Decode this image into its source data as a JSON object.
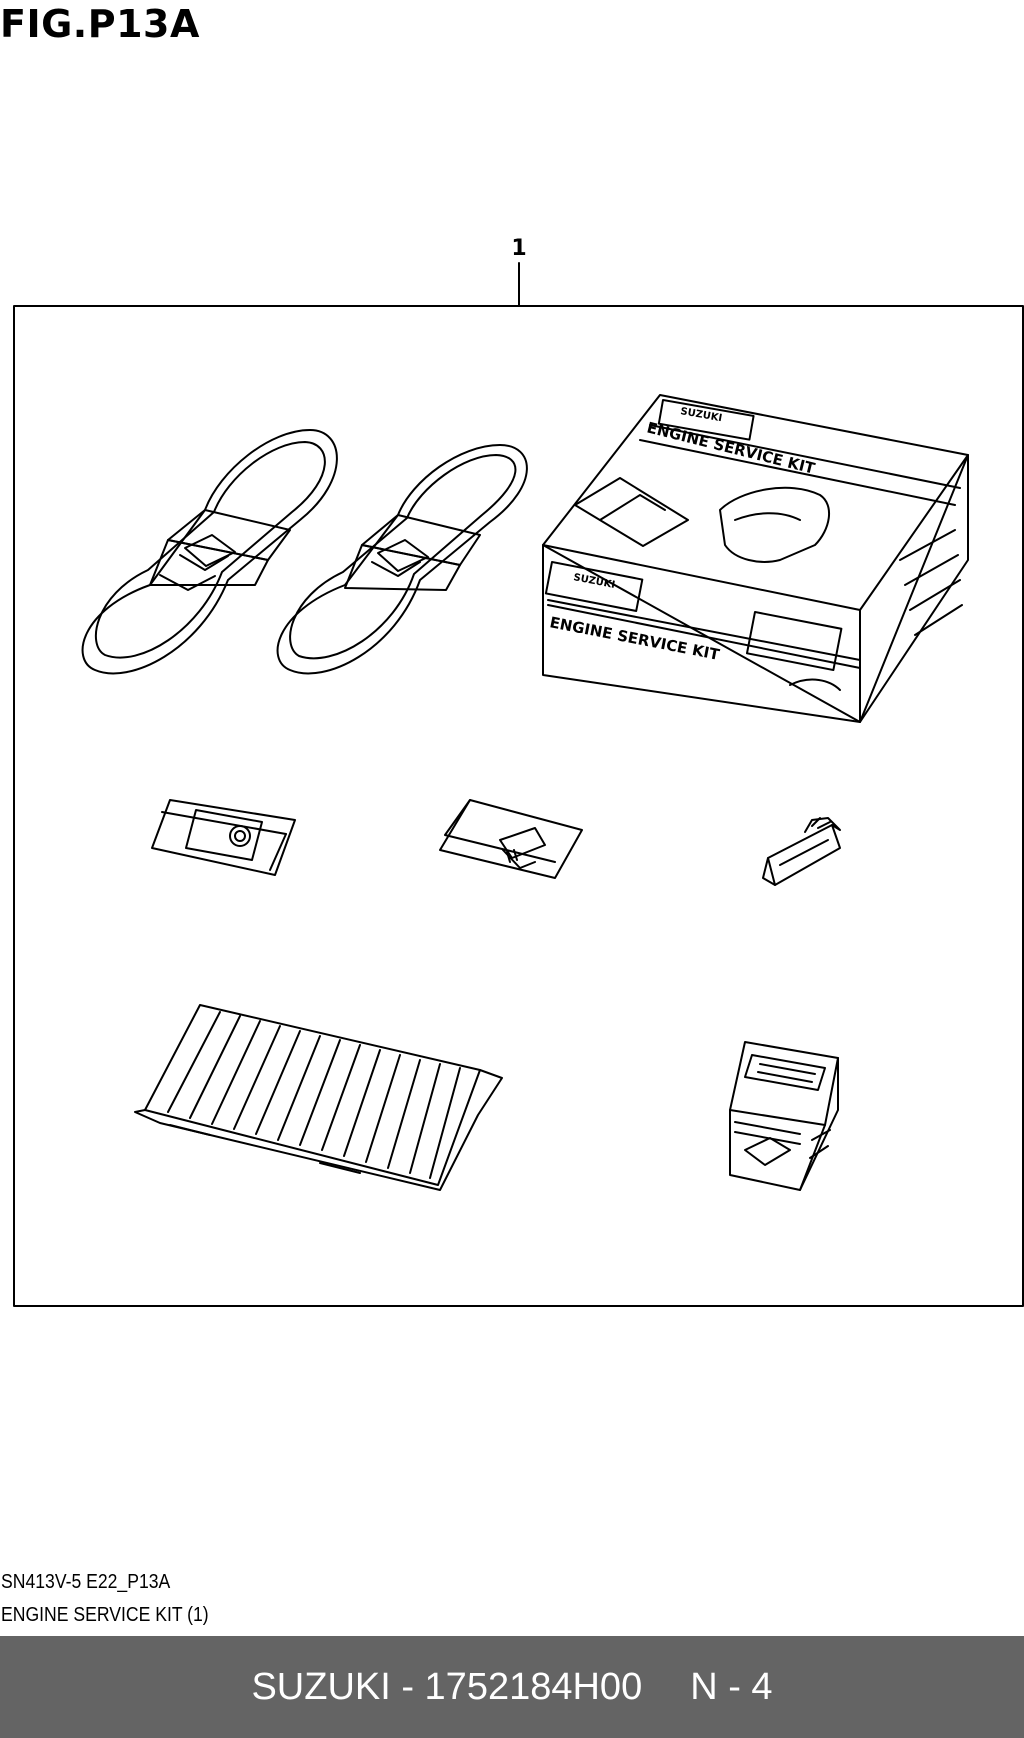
{
  "figure": {
    "title": "FIG.P13A",
    "callout": "1",
    "box_label": "ENGINE SERVICE KIT",
    "brand_logo_text": "SUZUKI"
  },
  "caption": {
    "code": "SN413V-5 E22_P13A",
    "description": "ENGINE SERVICE KIT (1)"
  },
  "footer": {
    "part_number_label": "SUZUKI - 1752184H00",
    "page_label": "N - 4",
    "background_color": "#646464",
    "text_color": "#ffffff"
  },
  "icons": [
    "drive-belt-icon",
    "service-kit-box-icon",
    "packaged-seal-icon",
    "spark-plug-packet-icon",
    "sealant-tube-icon",
    "air-filter-icon",
    "oil-filter-box-icon"
  ]
}
